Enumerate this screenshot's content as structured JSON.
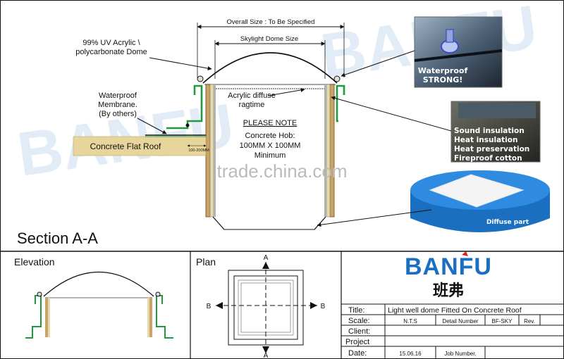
{
  "section": {
    "title": "Section A-A",
    "overall_size": "Overall Size : To Be Specified",
    "skylight_size": "Skylight Dome Size",
    "dome_label_1": "99% UV Acrylic \\",
    "dome_label_2": "polycarbonate Dome",
    "membrane_1": "Waterproof",
    "membrane_2": "Membrane.",
    "membrane_3": "(By others)",
    "diffuse_1": "Acrylic diffuse",
    "diffuse_2": "ragtime",
    "note_title": "PLEASE NOTE",
    "note_1": "Concrete Hob:",
    "note_2": "100MM X 100MM",
    "note_3": "Minimum",
    "roof_label": "Concrete Flat Roof",
    "hob_dim": "100-200MM"
  },
  "photos": {
    "waterproof_1": "Waterproof",
    "waterproof_2": "STRONG!",
    "insulation": [
      "Sound insulation",
      "Heat insulation",
      "Heat preservation",
      "Fireproof cotton"
    ],
    "diffuse": "Diffuse part"
  },
  "watermark": "trade.china.com",
  "elevation": {
    "label": "Elevation"
  },
  "plan": {
    "label": "Plan",
    "a_top": "A",
    "a_bottom": "A",
    "b_left": "B",
    "b_right": "B"
  },
  "brand": {
    "name": "BANFU",
    "chinese": "班弗"
  },
  "title_block": {
    "title_label": "Title:",
    "title_value": "Light well dome  Fitted On Concrete Roof",
    "scale_label": "Scale:",
    "scale_value": "N.T.S",
    "detail_label": "Detail Number",
    "detail_value": "BF-SKY",
    "rev_label": "Rev.",
    "client_label": "Client:",
    "project_label": "Project",
    "date_label": "Date:",
    "date_value": "15.06.16",
    "job_label": "Job Number."
  },
  "colors": {
    "brand_blue": "#1a6fc0",
    "brand_red": "#e02020",
    "flashing_green": "#1f9a3c",
    "roof_tan": "#e8d59c"
  }
}
